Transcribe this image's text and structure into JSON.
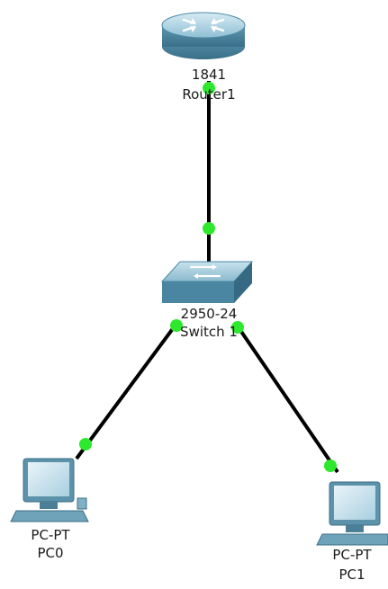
{
  "devices": {
    "router": {
      "model": "1841",
      "name": "Router1",
      "icon": "router-icon"
    },
    "switch": {
      "model": "2950-24",
      "name": "Switch 1",
      "icon": "switch-icon"
    },
    "pc0": {
      "model": "PC-PT",
      "name": "PC0",
      "icon": "pc-icon"
    },
    "pc1": {
      "model": "PC-PT",
      "name": "PC1",
      "icon": "pc-icon"
    }
  },
  "links": [
    {
      "from": "Router1",
      "to": "Switch 1",
      "status": "up"
    },
    {
      "from": "Switch 1",
      "to": "PC0",
      "status": "up"
    },
    {
      "from": "Switch 1",
      "to": "PC1",
      "status": "up"
    }
  ],
  "colors": {
    "link": "#000000",
    "link_light": "#2ee82e",
    "device_body": "#6fa8c0",
    "device_dark": "#3f7790"
  }
}
